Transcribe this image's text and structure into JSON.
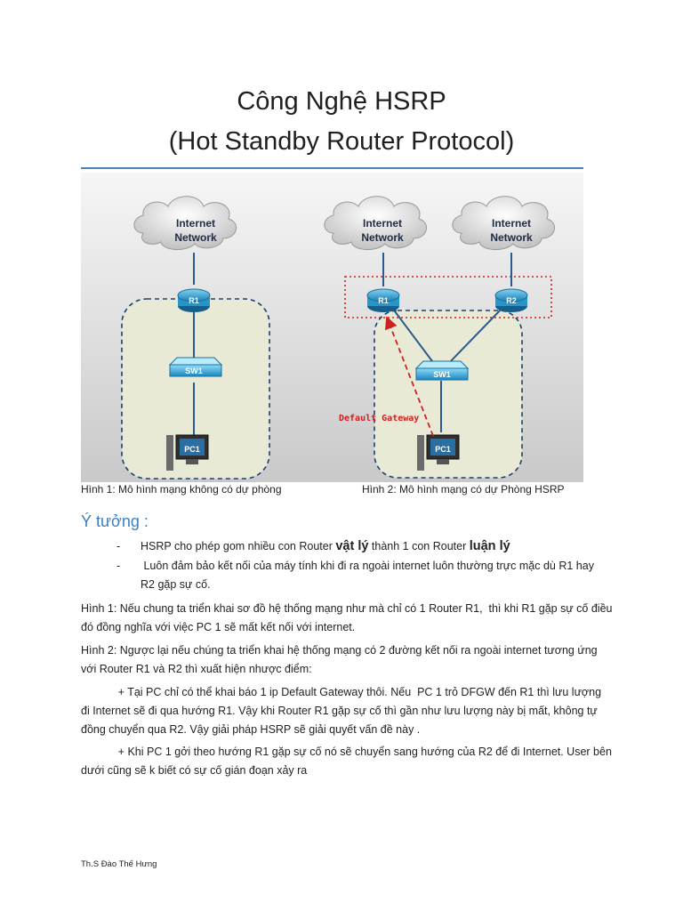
{
  "title": {
    "line1": "Công Nghệ HSRP",
    "line2": "(Hot Standby Router Protocol)"
  },
  "diagram": {
    "fig1": {
      "cloud": [
        "Internet",
        "Network"
      ],
      "router": "R1",
      "switch": "SW1",
      "pc": "PC1"
    },
    "fig2": {
      "cloud1": [
        "Internet",
        "Network"
      ],
      "cloud2": [
        "Internet",
        "Network"
      ],
      "router1": "R1",
      "router2": "R2",
      "switch": "SW1",
      "pc": "PC1",
      "gateway_label": "Default Gateway"
    }
  },
  "captions": {
    "fig1": "Hình 1: Mô hình mạng không có dự phòng",
    "fig2": "Hình 2: Mô hình mạng có dự Phòng HSRP"
  },
  "section": {
    "heading": "Ý tưởng :"
  },
  "bullets": [
    {
      "dash": "-",
      "pre": "HSRP cho phép gom nhiều con Router ",
      "b1": "vật lý",
      "mid": " thành 1 con Router ",
      "b2": "luận lý"
    },
    {
      "dash": "-",
      "line1": " Luôn đảm bảo kết nối của máy tính khi đi ra ngoài internet luôn thường trực mặc dù R1 hay",
      "line2": "R2 gặp sự cố."
    }
  ],
  "paragraphs": {
    "p1": [
      "Hình 1: Nếu chung ta triển khai sơ đồ hệ thống mạng như mà chỉ có 1 Router R1,  thì khi R1 gặp sự cố điều",
      "đó đồng nghĩa với việc PC 1 sẽ mất kết nối với internet."
    ],
    "p2": [
      "Hình 2: Ngược lại nếu chúng ta triển khai hệ thống mạng có 2 đường kết nối ra ngoài internet tương ứng",
      "với Router R1 và R2 thì xuất hiện nhược điểm:"
    ],
    "p3": [
      "            + Tại PC chỉ có thể khai báo 1 ip Default Gateway thôi. Nếu  PC 1 trỏ DFGW đến R1 thì lưu lượng",
      "đi Internet sẽ đi qua hướng R1. Vậy khi Router R1 gặp sự cố thì gần như lưu lượng này bị mất, không tự",
      "đồng chuyển qua R2. Vậy giải pháp HSRP sẽ giải quyết vấn đề này ."
    ],
    "p4": [
      "            + Khi PC 1 gởi theo hướng R1 gặp sự cố nó sẽ chuyển sang hướng của R2 để đi Internet. User bên",
      "dưới cũng sẽ k biết có sự cố gián đoạn xảy ra"
    ]
  },
  "footer": "Th.S Đào Thế Hưng",
  "colors": {
    "accent_blue": "#3d7fc1",
    "rule": "#4f7fae",
    "dashed_red": "#d02020"
  }
}
